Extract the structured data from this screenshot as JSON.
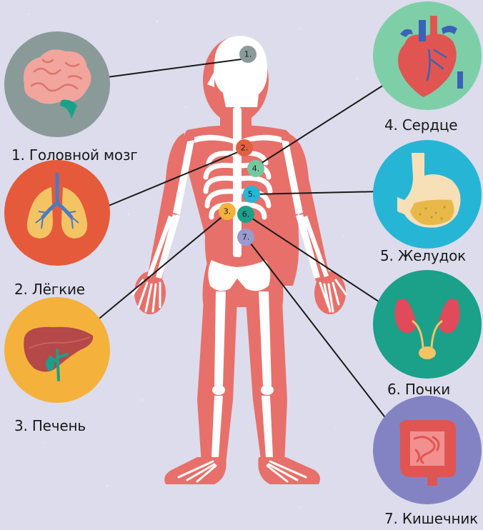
{
  "organs": [
    {
      "id": "brain",
      "marker": "1.",
      "label": "1. Головной мозг",
      "circle_color": "#8a9a98",
      "marker_color": "#8a9a98"
    },
    {
      "id": "lungs",
      "marker": "2.",
      "label": "2. Лёгкие",
      "circle_color": "#e55a3a",
      "marker_color": "#e0603f"
    },
    {
      "id": "liver",
      "marker": "3.",
      "label": "3. Печень",
      "circle_color": "#f4b23c",
      "marker_color": "#f4b23c"
    },
    {
      "id": "heart",
      "marker": "4.",
      "label": "4. Сердце",
      "circle_color": "#7ecfa8",
      "marker_color": "#74c8a0"
    },
    {
      "id": "stomach",
      "marker": "5.",
      "label": "5. Желудок",
      "circle_color": "#27b5d6",
      "marker_color": "#27b5d6"
    },
    {
      "id": "kidneys",
      "marker": "6.",
      "label": "6. Почки",
      "circle_color": "#1ba08a",
      "marker_color": "#1ba08a"
    },
    {
      "id": "intestine",
      "marker": "7.",
      "label": "7. Кишечник",
      "circle_color": "#8383c4",
      "marker_color": "#9a9ad0"
    }
  ],
  "colors": {
    "background": "#dcdcec",
    "body": "#e8706a",
    "bone": "#ffffff",
    "connector": "#1a1a1a"
  }
}
